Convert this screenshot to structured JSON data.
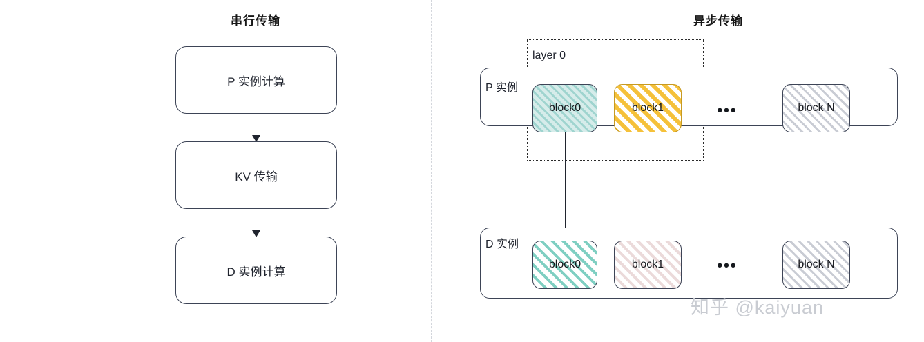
{
  "left_panel": {
    "title": "串行传输",
    "steps": [
      {
        "label": "P 实例计算"
      },
      {
        "label": "KV 传输"
      },
      {
        "label": "D 实例计算"
      }
    ]
  },
  "right_panel": {
    "title": "异步传输",
    "layer_label": "layer 0",
    "ellipsis": "•••",
    "p_instance": {
      "label": "P 实例",
      "blocks": [
        {
          "name": "block0",
          "fill": "#d6ecea",
          "stripe": "#9fd4cf",
          "border": "#3d4456"
        },
        {
          "name": "block1",
          "fill": "#ffffff",
          "stripe": "#f5c13a",
          "border": "#c79a22"
        },
        {
          "name": "block N",
          "fill": "#ffffff",
          "stripe": "#c9ccd4",
          "border": "#3d4456"
        }
      ]
    },
    "d_instance": {
      "label": "D 实例",
      "blocks": [
        {
          "name": "block0",
          "fill": "#ffffff",
          "stripe": "#7fcfc2",
          "border": "#3d4456"
        },
        {
          "name": "block1",
          "fill": "#ffffff",
          "stripe": "#ebdada",
          "border": "#3d4456"
        },
        {
          "name": "block N",
          "fill": "#ffffff",
          "stripe": "#c9ccd4",
          "border": "#3d4456"
        }
      ]
    }
  },
  "watermark": "知乎 @kaiyuan"
}
